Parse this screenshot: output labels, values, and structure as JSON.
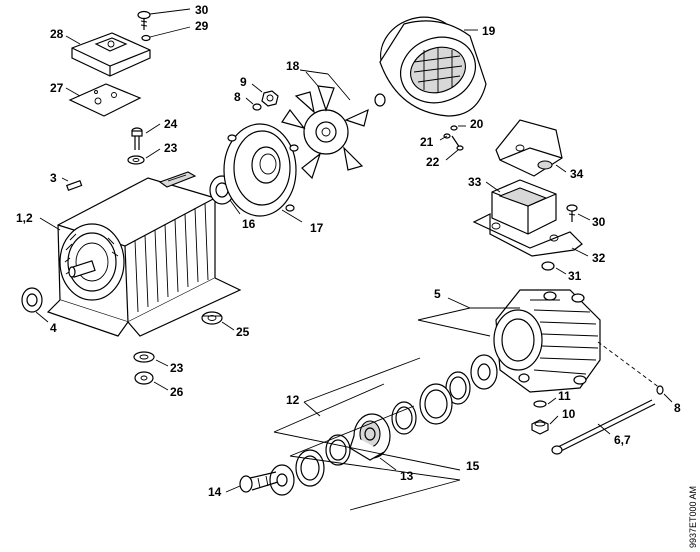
{
  "diagram": {
    "image_code": "9937ET000 AM",
    "part_labels": {
      "p30a": "30",
      "p29": "29",
      "p28": "28",
      "p27": "27",
      "p24": "24",
      "p23a": "23",
      "p3": "3",
      "p12a": "1,2",
      "p4": "4",
      "p9": "9",
      "p8a": "8",
      "p18": "18",
      "p16": "16",
      "p17": "17",
      "p19": "19",
      "p20": "20",
      "p21": "21",
      "p22": "22",
      "p34": "34",
      "p33": "33",
      "p30b": "30",
      "p32": "32",
      "p31": "31",
      "p25": "25",
      "p23b": "23",
      "p26": "26",
      "p5": "5",
      "p12": "12",
      "p11": "11",
      "p10": "10",
      "p8b": "8",
      "p67": "6,7",
      "p13": "13",
      "p14": "14",
      "p15": "15"
    }
  }
}
